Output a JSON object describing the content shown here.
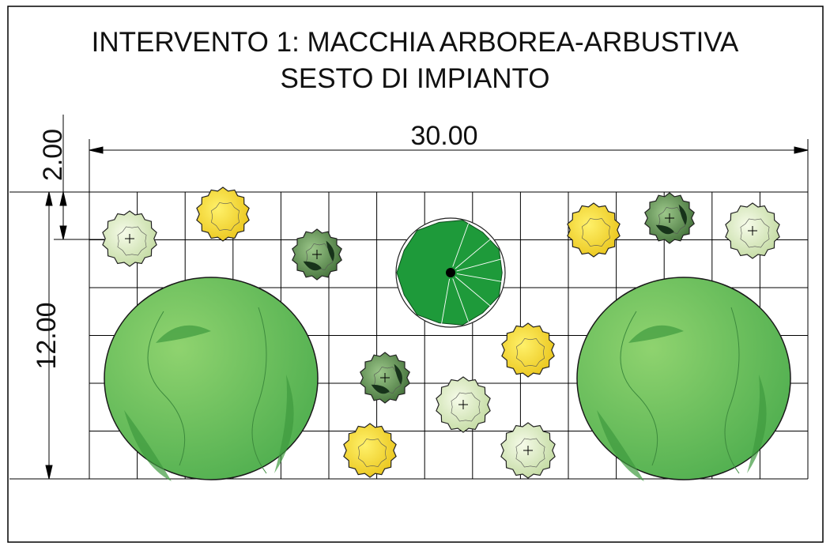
{
  "title": {
    "line1": "INTERVENTO 1: MACCHIA ARBOREA-ARBUSTIVA",
    "line2": "SESTO DI IMPIANTO"
  },
  "dimensions": {
    "width": "30.00",
    "height": "12.00",
    "offset": "2.00"
  },
  "colors": {
    "large_tree": "#5cb85c",
    "conifer": "#1e9a3a",
    "yellow_shrub": "#f2d22e",
    "pale_shrub": "#e4f0cc",
    "dark_shrub": "#5d8a4e",
    "grid": "#000000"
  },
  "legend_symbols": [
    "large-tree",
    "conifer-tree",
    "yellow-shrub",
    "pale-shrub",
    "dark-shrub"
  ]
}
